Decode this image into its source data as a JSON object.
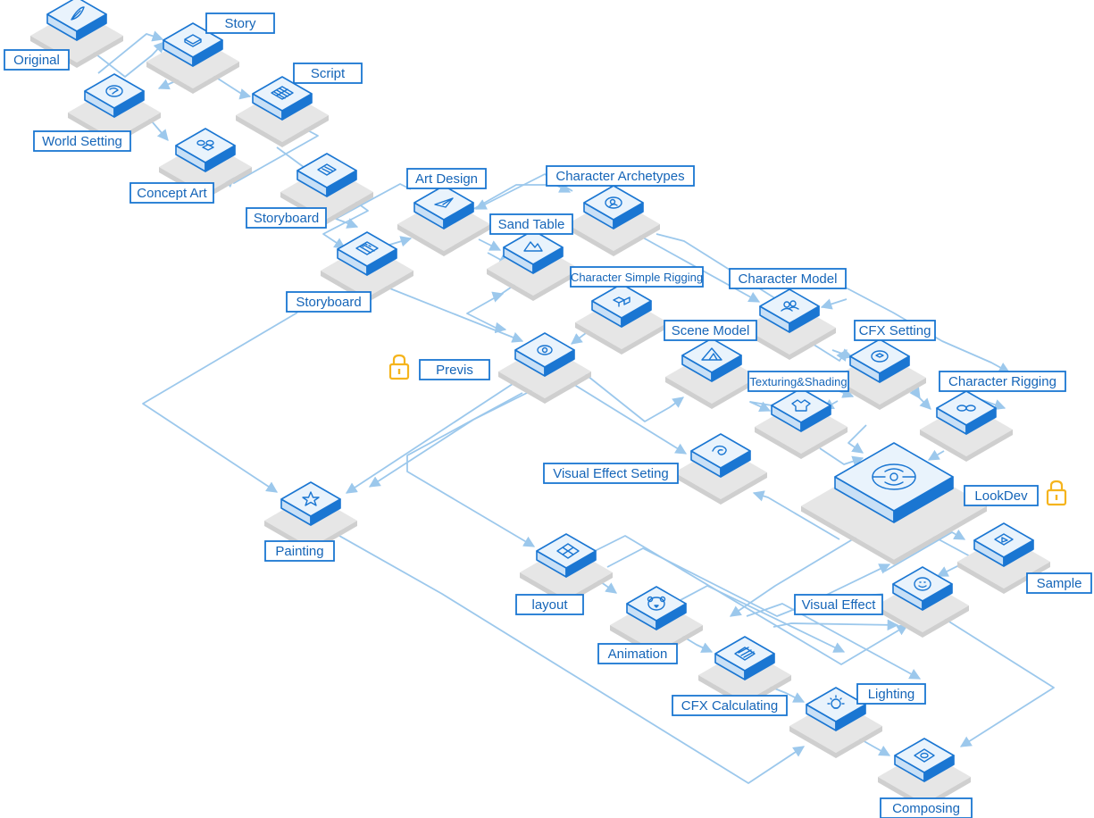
{
  "colors": {
    "primary": "#1a76d2",
    "box_top": "#e9f3fc",
    "box_side": "#c9e0f6",
    "plate": "#e6e6e6",
    "plate_side": "#cfcfcf",
    "connector": "#9cc8ec",
    "label_bg": "#ffffff",
    "lock": "#f5b41d"
  },
  "nodes": [
    {
      "id": "original",
      "label": "Original",
      "icon": "feather-icon"
    },
    {
      "id": "story",
      "label": "Story",
      "icon": "book-icon"
    },
    {
      "id": "world-setting",
      "label": "World Setting",
      "icon": "globe-icon"
    },
    {
      "id": "script",
      "label": "Script",
      "icon": "script-grid-icon"
    },
    {
      "id": "concept-art",
      "label": "Concept Art",
      "icon": "shapes-icon"
    },
    {
      "id": "storyboard-1",
      "label": "Storyboard",
      "icon": "document-icon"
    },
    {
      "id": "art-design",
      "label": "Art Design",
      "icon": "paper-plane-icon"
    },
    {
      "id": "character-archetypes",
      "label": "Character Archetypes",
      "icon": "character-icon"
    },
    {
      "id": "storyboard-2",
      "label": "Storyboard",
      "icon": "film-strip-icon"
    },
    {
      "id": "sand-table",
      "label": "Sand Table",
      "icon": "terrain-icon"
    },
    {
      "id": "character-simple-rigging",
      "label": "Character Simple Rigging",
      "icon": "rig-icon"
    },
    {
      "id": "character-model",
      "label": "Character Model",
      "icon": "people-icon"
    },
    {
      "id": "previs",
      "label": "Previs",
      "icon": "eye-icon"
    },
    {
      "id": "scene-model",
      "label": "Scene Model",
      "icon": "mountain-icon"
    },
    {
      "id": "cfx-setting",
      "label": "CFX Setting",
      "icon": "cloth-icon"
    },
    {
      "id": "texturing-shading",
      "label": "Texturing&Shading",
      "icon": "shirt-icon"
    },
    {
      "id": "character-rigging",
      "label": "Character Rigging",
      "icon": "chain-icon"
    },
    {
      "id": "visual-effect-seting",
      "label": "Visual Effect Seting",
      "icon": "swirl-icon"
    },
    {
      "id": "lookdev",
      "label": "LookDev",
      "icon": "lookdev-icon"
    },
    {
      "id": "painting",
      "label": "Painting",
      "icon": "star-icon"
    },
    {
      "id": "layout",
      "label": "layout",
      "icon": "layout-grid-icon"
    },
    {
      "id": "sample",
      "label": "Sample",
      "icon": "play-icon"
    },
    {
      "id": "visual-effect",
      "label": "Visual Effect",
      "icon": "smile-icon"
    },
    {
      "id": "animation",
      "label": "Animation",
      "icon": "bear-icon"
    },
    {
      "id": "cfx-calculating",
      "label": "CFX Calculating",
      "icon": "fabric-icon"
    },
    {
      "id": "lighting",
      "label": "Lighting",
      "icon": "bulb-icon"
    },
    {
      "id": "composing",
      "label": "Composing",
      "icon": "composite-icon"
    }
  ],
  "locked": [
    "previs",
    "lookdev"
  ]
}
